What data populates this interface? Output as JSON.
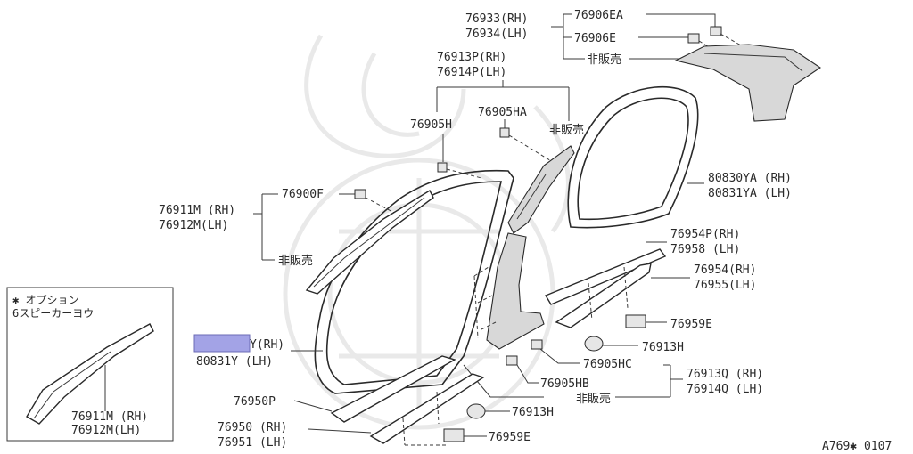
{
  "inset": {
    "title_line1": "✱ オプション",
    "title_line2": "6スピーカーヨウ",
    "part_rh": "76911M (RH)",
    "part_lh": "76912M(LH)"
  },
  "labels": {
    "p76933": "76933(RH)",
    "p76934": "76934(LH)",
    "p76906EA": "76906EA",
    "p76906E": "76906E",
    "not_sold_top": "非販売",
    "p76913P": "76913P(RH)",
    "p76914P": "76914P(LH)",
    "p76905HA": "76905HA",
    "p76905H": "76905H",
    "not_sold_mid": "非販売",
    "p80830YA": "80830YA (RH)",
    "p80831YA": "80831YA (LH)",
    "p76911M": "76911M (RH)",
    "p76912M": "76912M(LH)",
    "p76900F": "76900F",
    "not_sold_left": "非販売",
    "p76954P": "76954P(RH)",
    "p76958": "76958 (LH)",
    "p76954": "76954(RH)",
    "p76955": "76955(LH)",
    "p76959E_upper": "76959E",
    "p76913H_upper": "76913H",
    "p80830Y_partial": "Y(RH)",
    "p80831Y": "80831Y (LH)",
    "p76905HC": "76905HC",
    "p76913Q": "76913Q (RH)",
    "p76914Q": "76914Q (LH)",
    "p76905HB": "76905HB",
    "not_sold_bottom": "非販売",
    "p76950P": "76950P",
    "p76913H_lower": "76913H",
    "p76950": "76950 (RH)",
    "p76951": "76951 (LH)",
    "p76959E_lower": "76959E",
    "diagram_code": "A769✱ 0107"
  },
  "colors": {
    "highlight": "#a3a3e6",
    "ink": "#2a2a2a",
    "watermark": "#e9e9e9"
  }
}
